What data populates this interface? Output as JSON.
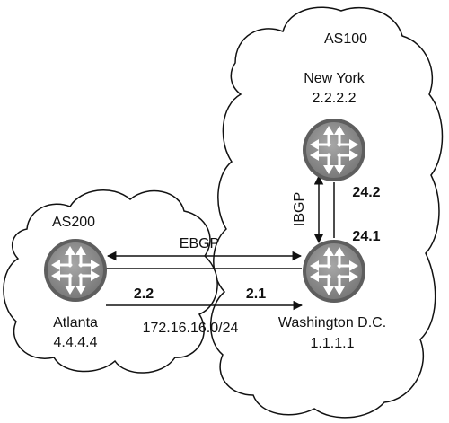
{
  "as": {
    "right_label": "AS100",
    "left_label": "AS200"
  },
  "routers": {
    "new_york": {
      "name": "New York",
      "ip": "2.2.2.2"
    },
    "washington": {
      "name": "Washington D.C.",
      "ip": "1.1.1.1"
    },
    "atlanta": {
      "name": "Atlanta",
      "ip": "4.4.4.4"
    }
  },
  "links": {
    "ibgp": "IBGP",
    "ebgp": "EBGP",
    "ny_iface": "24.2",
    "dc_iface_ny": "24.1",
    "atl_iface": "2.2",
    "dc_iface_atl": "2.1",
    "subnet": "172.16.16.0/24"
  },
  "colors": {
    "router_fill": "#8c8c8c",
    "router_rim": "#5e5e5e",
    "line": "#111111"
  }
}
